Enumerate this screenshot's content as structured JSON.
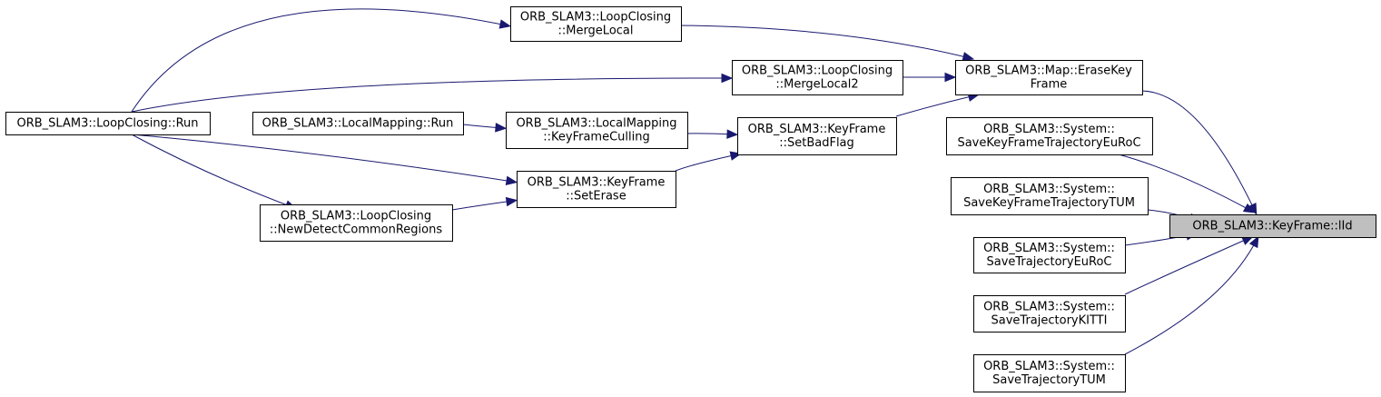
{
  "graph": {
    "colors": {
      "edge": "#191970",
      "node_fill": "#ffffff",
      "node_border": "#000000",
      "focus_fill": "#bfbfbf"
    },
    "nodes": [
      {
        "id": "n_lid",
        "lines": [
          "ORB_SLAM3::KeyFrame::lId"
        ],
        "focus": true
      },
      {
        "id": "n_erasekf",
        "lines": [
          "ORB_SLAM3::Map::EraseKey",
          "Frame"
        ]
      },
      {
        "id": "n_savekfeuroc",
        "lines": [
          "ORB_SLAM3::System::",
          "SaveKeyFrameTrajectoryEuRoC"
        ]
      },
      {
        "id": "n_savekftum",
        "lines": [
          "ORB_SLAM3::System::",
          "SaveKeyFrameTrajectoryTUM"
        ]
      },
      {
        "id": "n_savetreuroc",
        "lines": [
          "ORB_SLAM3::System::",
          "SaveTrajectoryEuRoC"
        ]
      },
      {
        "id": "n_savetrkitti",
        "lines": [
          "ORB_SLAM3::System::",
          "SaveTrajectoryKITTI"
        ]
      },
      {
        "id": "n_savetrtum",
        "lines": [
          "ORB_SLAM3::System::",
          "SaveTrajectoryTUM"
        ]
      },
      {
        "id": "n_mergelocal",
        "lines": [
          "ORB_SLAM3::LoopClosing",
          "::MergeLocal"
        ]
      },
      {
        "id": "n_mergelocal2",
        "lines": [
          "ORB_SLAM3::LoopClosing",
          "::MergeLocal2"
        ]
      },
      {
        "id": "n_setbadflag",
        "lines": [
          "ORB_SLAM3::KeyFrame",
          "::SetBadFlag"
        ]
      },
      {
        "id": "n_kfculling",
        "lines": [
          "ORB_SLAM3::LocalMapping",
          "::KeyFrameCulling"
        ]
      },
      {
        "id": "n_seterase",
        "lines": [
          "ORB_SLAM3::KeyFrame",
          "::SetErase"
        ]
      },
      {
        "id": "n_lcrun",
        "lines": [
          "ORB_SLAM3::LoopClosing::Run"
        ]
      },
      {
        "id": "n_lmrun",
        "lines": [
          "ORB_SLAM3::LocalMapping::Run"
        ]
      },
      {
        "id": "n_newdetect",
        "lines": [
          "ORB_SLAM3::LoopClosing",
          "::NewDetectCommonRegions"
        ]
      }
    ],
    "edges": [
      {
        "from": "n_erasekf",
        "to": "n_lid"
      },
      {
        "from": "n_savekfeuroc",
        "to": "n_lid"
      },
      {
        "from": "n_savekftum",
        "to": "n_lid"
      },
      {
        "from": "n_savetreuroc",
        "to": "n_lid"
      },
      {
        "from": "n_savetrkitti",
        "to": "n_lid"
      },
      {
        "from": "n_savetrtum",
        "to": "n_lid"
      },
      {
        "from": "n_mergelocal",
        "to": "n_erasekf"
      },
      {
        "from": "n_mergelocal2",
        "to": "n_erasekf"
      },
      {
        "from": "n_setbadflag",
        "to": "n_erasekf"
      },
      {
        "from": "n_lcrun",
        "to": "n_mergelocal"
      },
      {
        "from": "n_lcrun",
        "to": "n_mergelocal2"
      },
      {
        "from": "n_kfculling",
        "to": "n_setbadflag"
      },
      {
        "from": "n_seterase",
        "to": "n_setbadflag"
      },
      {
        "from": "n_lmrun",
        "to": "n_kfculling"
      },
      {
        "from": "n_lcrun",
        "to": "n_seterase"
      },
      {
        "from": "n_newdetect",
        "to": "n_seterase"
      },
      {
        "from": "n_lcrun",
        "to": "n_newdetect"
      }
    ]
  }
}
